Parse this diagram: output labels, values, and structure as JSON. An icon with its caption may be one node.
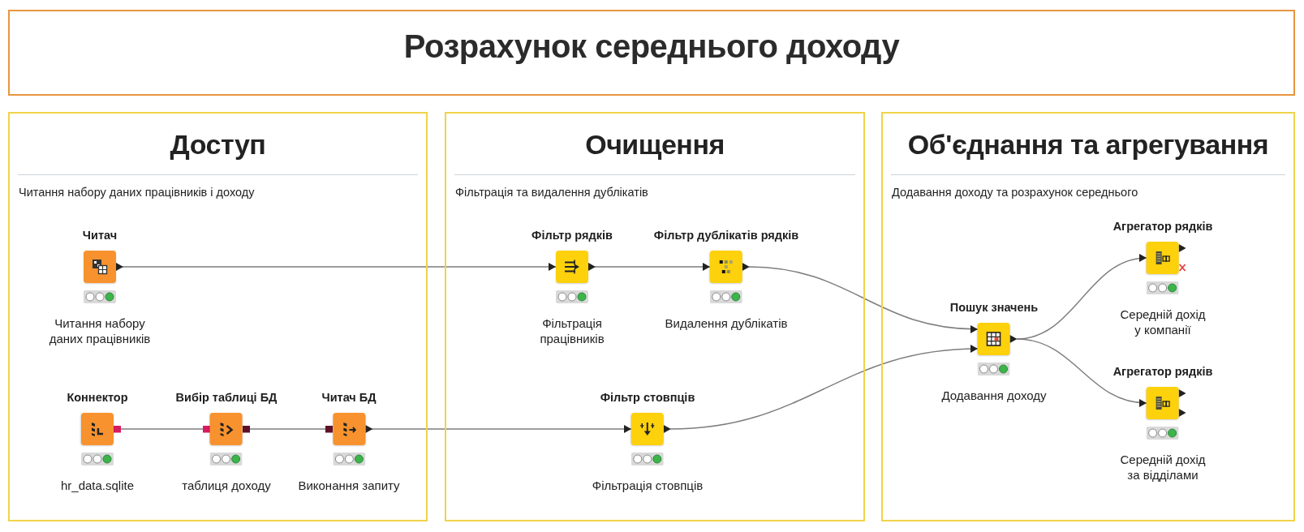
{
  "diagram": {
    "title": "Розрахунок середнього доходу",
    "nodes": [
      {
        "text": [
          "Доступ",
          "Читання набору даних працівників і доходу"
        ]
      },
      {
        "text": [
          "Читач",
          "Читання набору даних працівників"
        ],
        "in": 0
      },
      {
        "text": [
          "Коннектор",
          "hr_data.sqlite"
        ],
        "in": 0
      },
      {
        "text": [
          "Вибір таблиці БД",
          "таблиця доходу"
        ],
        "in": 0
      },
      {
        "text": [
          "Читач БД",
          "Виконання запиту"
        ],
        "in": 0
      },
      {
        "text": [
          "Очищення",
          "Фільтрація та видалення дублікатів"
        ]
      },
      {
        "text": [
          "Фільтр рядків",
          "Фільтрація працівників"
        ],
        "in": 5
      },
      {
        "text": [
          "Фільтр дублікатів рядків",
          "Видалення дублікатів"
        ],
        "in": 5
      },
      {
        "text": [
          "Фільтр стовпців",
          "Фільтрація стовпців"
        ],
        "in": 5
      },
      {
        "text": [
          "Об'єднання та агрегування",
          "Додавання доходу та розрахунок середнього"
        ]
      },
      {
        "text": [
          "Пошук значень",
          "Додавання доходу"
        ],
        "in": 9
      },
      {
        "text": [
          "Агрегатор рядків",
          "Середній дохід у компанії"
        ],
        "in": 9
      },
      {
        "text": [
          "Агрегатор рядків",
          "Середній дохід за відділами"
        ],
        "in": 9
      }
    ],
    "edges": [
      {
        "from": 1,
        "to": 6,
        "arrow": "to"
      },
      {
        "from": 6,
        "to": 7,
        "arrow": "to"
      },
      {
        "from": 7,
        "to": 10,
        "arrow": "to"
      },
      {
        "from": 2,
        "to": 3,
        "arrow": "other"
      },
      {
        "from": 3,
        "to": 4,
        "arrow": "other"
      },
      {
        "from": 4,
        "to": 8,
        "arrow": "to"
      },
      {
        "from": 8,
        "to": 10,
        "arrow": "to"
      },
      {
        "from": 10,
        "to": 11,
        "arrow": "to"
      },
      {
        "from": 10,
        "to": 12,
        "arrow": "to"
      }
    ]
  }
}
